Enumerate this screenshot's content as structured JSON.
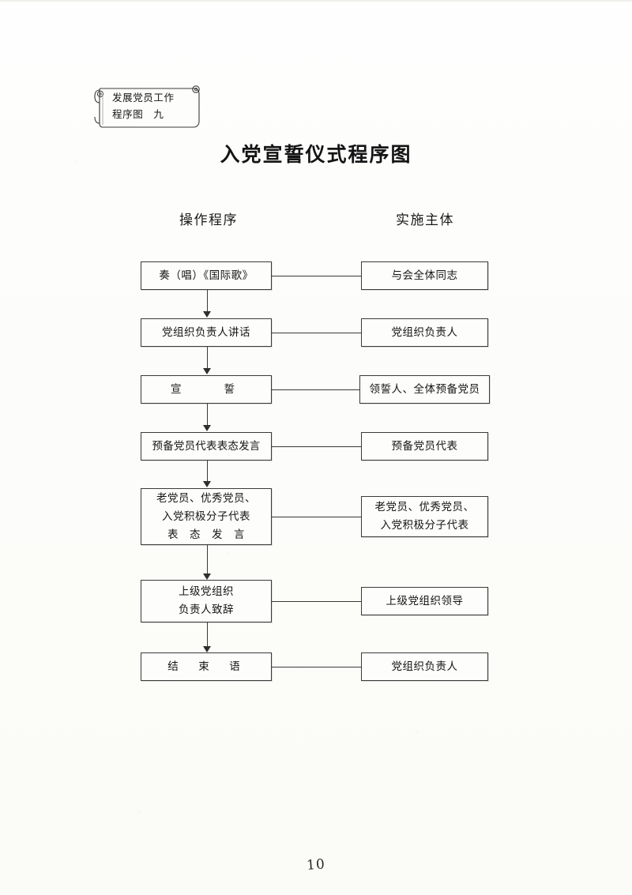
{
  "document": {
    "banner_line1": "发展党员工作",
    "banner_line2": "程序图　九",
    "title": "入党宣誓仪式程序图",
    "page_number": "10"
  },
  "columns": {
    "left_header": "操作程序",
    "right_header": "实施主体"
  },
  "chart_data": {
    "type": "diagram",
    "title": "入党宣誓仪式程序图",
    "subtitle": "发展党员工作程序图　九",
    "columns": [
      "操作程序",
      "实施主体"
    ],
    "orientation": "vertical-flow-with-paired-actors",
    "steps": [
      {
        "index": 1,
        "procedure": "奏（唱）《国际歌》",
        "actor": "与会全体同志"
      },
      {
        "index": 2,
        "procedure": "党组织负责人讲话",
        "actor": "党组织负责人"
      },
      {
        "index": 3,
        "procedure": "宣　　誓",
        "actor": "领誓人、全体预备党员"
      },
      {
        "index": 4,
        "procedure": "预备党员代表表态发言",
        "actor": "预备党员代表"
      },
      {
        "index": 5,
        "procedure": "老党员、优秀党员、\n入党积极分子代表\n表　态　发　言",
        "actor": "老党员、优秀党员、\n入党积极分子代表"
      },
      {
        "index": 6,
        "procedure": "上级党组织\n负责人致辞",
        "actor": "上级党组织领导"
      },
      {
        "index": 7,
        "procedure": "结　束　语",
        "actor": "党组织负责人"
      }
    ],
    "connectors": {
      "vertical_arrows": 6,
      "horizontal_links": 7,
      "arrow_style": "solid-triangle-down"
    }
  }
}
